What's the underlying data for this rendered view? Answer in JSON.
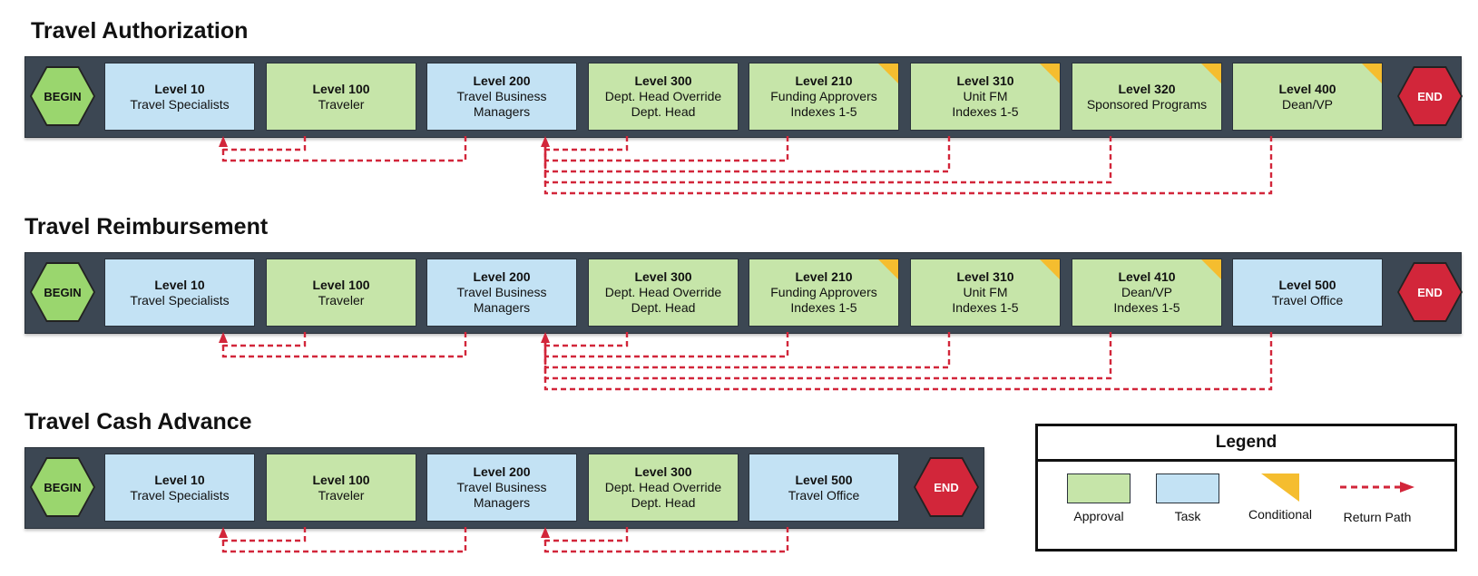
{
  "sections": [
    {
      "title": "Travel Authorization",
      "begin": "BEGIN",
      "end": "END",
      "steps": [
        {
          "level": "Level 10",
          "lines": [
            "Travel Specialists"
          ],
          "kind": "task",
          "conditional": false
        },
        {
          "level": "Level 100",
          "lines": [
            "Traveler"
          ],
          "kind": "approval",
          "conditional": false
        },
        {
          "level": "Level 200",
          "lines": [
            "Travel Business",
            "Managers"
          ],
          "kind": "task",
          "conditional": false
        },
        {
          "level": "Level 300",
          "lines": [
            "Dept. Head Override",
            "Dept. Head"
          ],
          "kind": "approval",
          "conditional": false
        },
        {
          "level": "Level 210",
          "lines": [
            "Funding Approvers",
            "Indexes 1-5"
          ],
          "kind": "approval",
          "conditional": true
        },
        {
          "level": "Level 310",
          "lines": [
            "Unit FM",
            "Indexes 1-5"
          ],
          "kind": "approval",
          "conditional": true
        },
        {
          "level": "Level 320",
          "lines": [
            "Sponsored Programs"
          ],
          "kind": "approval",
          "conditional": true
        },
        {
          "level": "Level 400",
          "lines": [
            "Dean/VP"
          ],
          "kind": "approval",
          "conditional": true
        }
      ],
      "returns": [
        {
          "from": 1,
          "to": 0
        },
        {
          "from": 2,
          "to": 0
        },
        {
          "from": 3,
          "to": 2
        },
        {
          "from": 4,
          "to": 2
        },
        {
          "from": 5,
          "to": 2
        },
        {
          "from": 6,
          "to": 2
        },
        {
          "from": 7,
          "to": 2
        }
      ]
    },
    {
      "title": "Travel Reimbursement",
      "begin": "BEGIN",
      "end": "END",
      "steps": [
        {
          "level": "Level 10",
          "lines": [
            "Travel Specialists"
          ],
          "kind": "task",
          "conditional": false
        },
        {
          "level": "Level 100",
          "lines": [
            "Traveler"
          ],
          "kind": "approval",
          "conditional": false
        },
        {
          "level": "Level 200",
          "lines": [
            "Travel Business",
            "Managers"
          ],
          "kind": "task",
          "conditional": false
        },
        {
          "level": "Level 300",
          "lines": [
            "Dept. Head Override",
            "Dept. Head"
          ],
          "kind": "approval",
          "conditional": false
        },
        {
          "level": "Level 210",
          "lines": [
            "Funding Approvers",
            "Indexes 1-5"
          ],
          "kind": "approval",
          "conditional": true
        },
        {
          "level": "Level 310",
          "lines": [
            "Unit FM",
            "Indexes 1-5"
          ],
          "kind": "approval",
          "conditional": true
        },
        {
          "level": "Level 410",
          "lines": [
            "Dean/VP",
            "Indexes 1-5"
          ],
          "kind": "approval",
          "conditional": true
        },
        {
          "level": "Level 500",
          "lines": [
            "Travel Office"
          ],
          "kind": "task",
          "conditional": false
        }
      ],
      "returns": [
        {
          "from": 1,
          "to": 0
        },
        {
          "from": 2,
          "to": 0
        },
        {
          "from": 3,
          "to": 2
        },
        {
          "from": 4,
          "to": 2
        },
        {
          "from": 5,
          "to": 2
        },
        {
          "from": 6,
          "to": 2
        },
        {
          "from": 7,
          "to": 2
        }
      ]
    },
    {
      "title": "Travel Cash Advance",
      "begin": "BEGIN",
      "end": "END",
      "steps": [
        {
          "level": "Level 10",
          "lines": [
            "Travel Specialists"
          ],
          "kind": "task",
          "conditional": false
        },
        {
          "level": "Level 100",
          "lines": [
            "Traveler"
          ],
          "kind": "approval",
          "conditional": false
        },
        {
          "level": "Level 200",
          "lines": [
            "Travel Business",
            "Managers"
          ],
          "kind": "task",
          "conditional": false
        },
        {
          "level": "Level 300",
          "lines": [
            "Dept. Head Override",
            "Dept. Head"
          ],
          "kind": "approval",
          "conditional": false
        },
        {
          "level": "Level 500",
          "lines": [
            "Travel Office"
          ],
          "kind": "task",
          "conditional": false
        }
      ],
      "returns": [
        {
          "from": 1,
          "to": 0
        },
        {
          "from": 2,
          "to": 0
        },
        {
          "from": 3,
          "to": 2
        },
        {
          "from": 4,
          "to": 2
        }
      ]
    }
  ],
  "legend": {
    "title": "Legend",
    "items": [
      {
        "label": "Approval",
        "kind": "approval"
      },
      {
        "label": "Task",
        "kind": "task"
      },
      {
        "label": "Conditional",
        "kind": "conditional"
      },
      {
        "label": "Return Path",
        "kind": "return"
      }
    ]
  },
  "colors": {
    "approval": "#c6e5a9",
    "task": "#c3e2f4",
    "conditional": "#f5bd2f",
    "return_path": "#d2263a",
    "begin": "#9ad66e",
    "end": "#d2263a",
    "bar": "#3c4753"
  }
}
